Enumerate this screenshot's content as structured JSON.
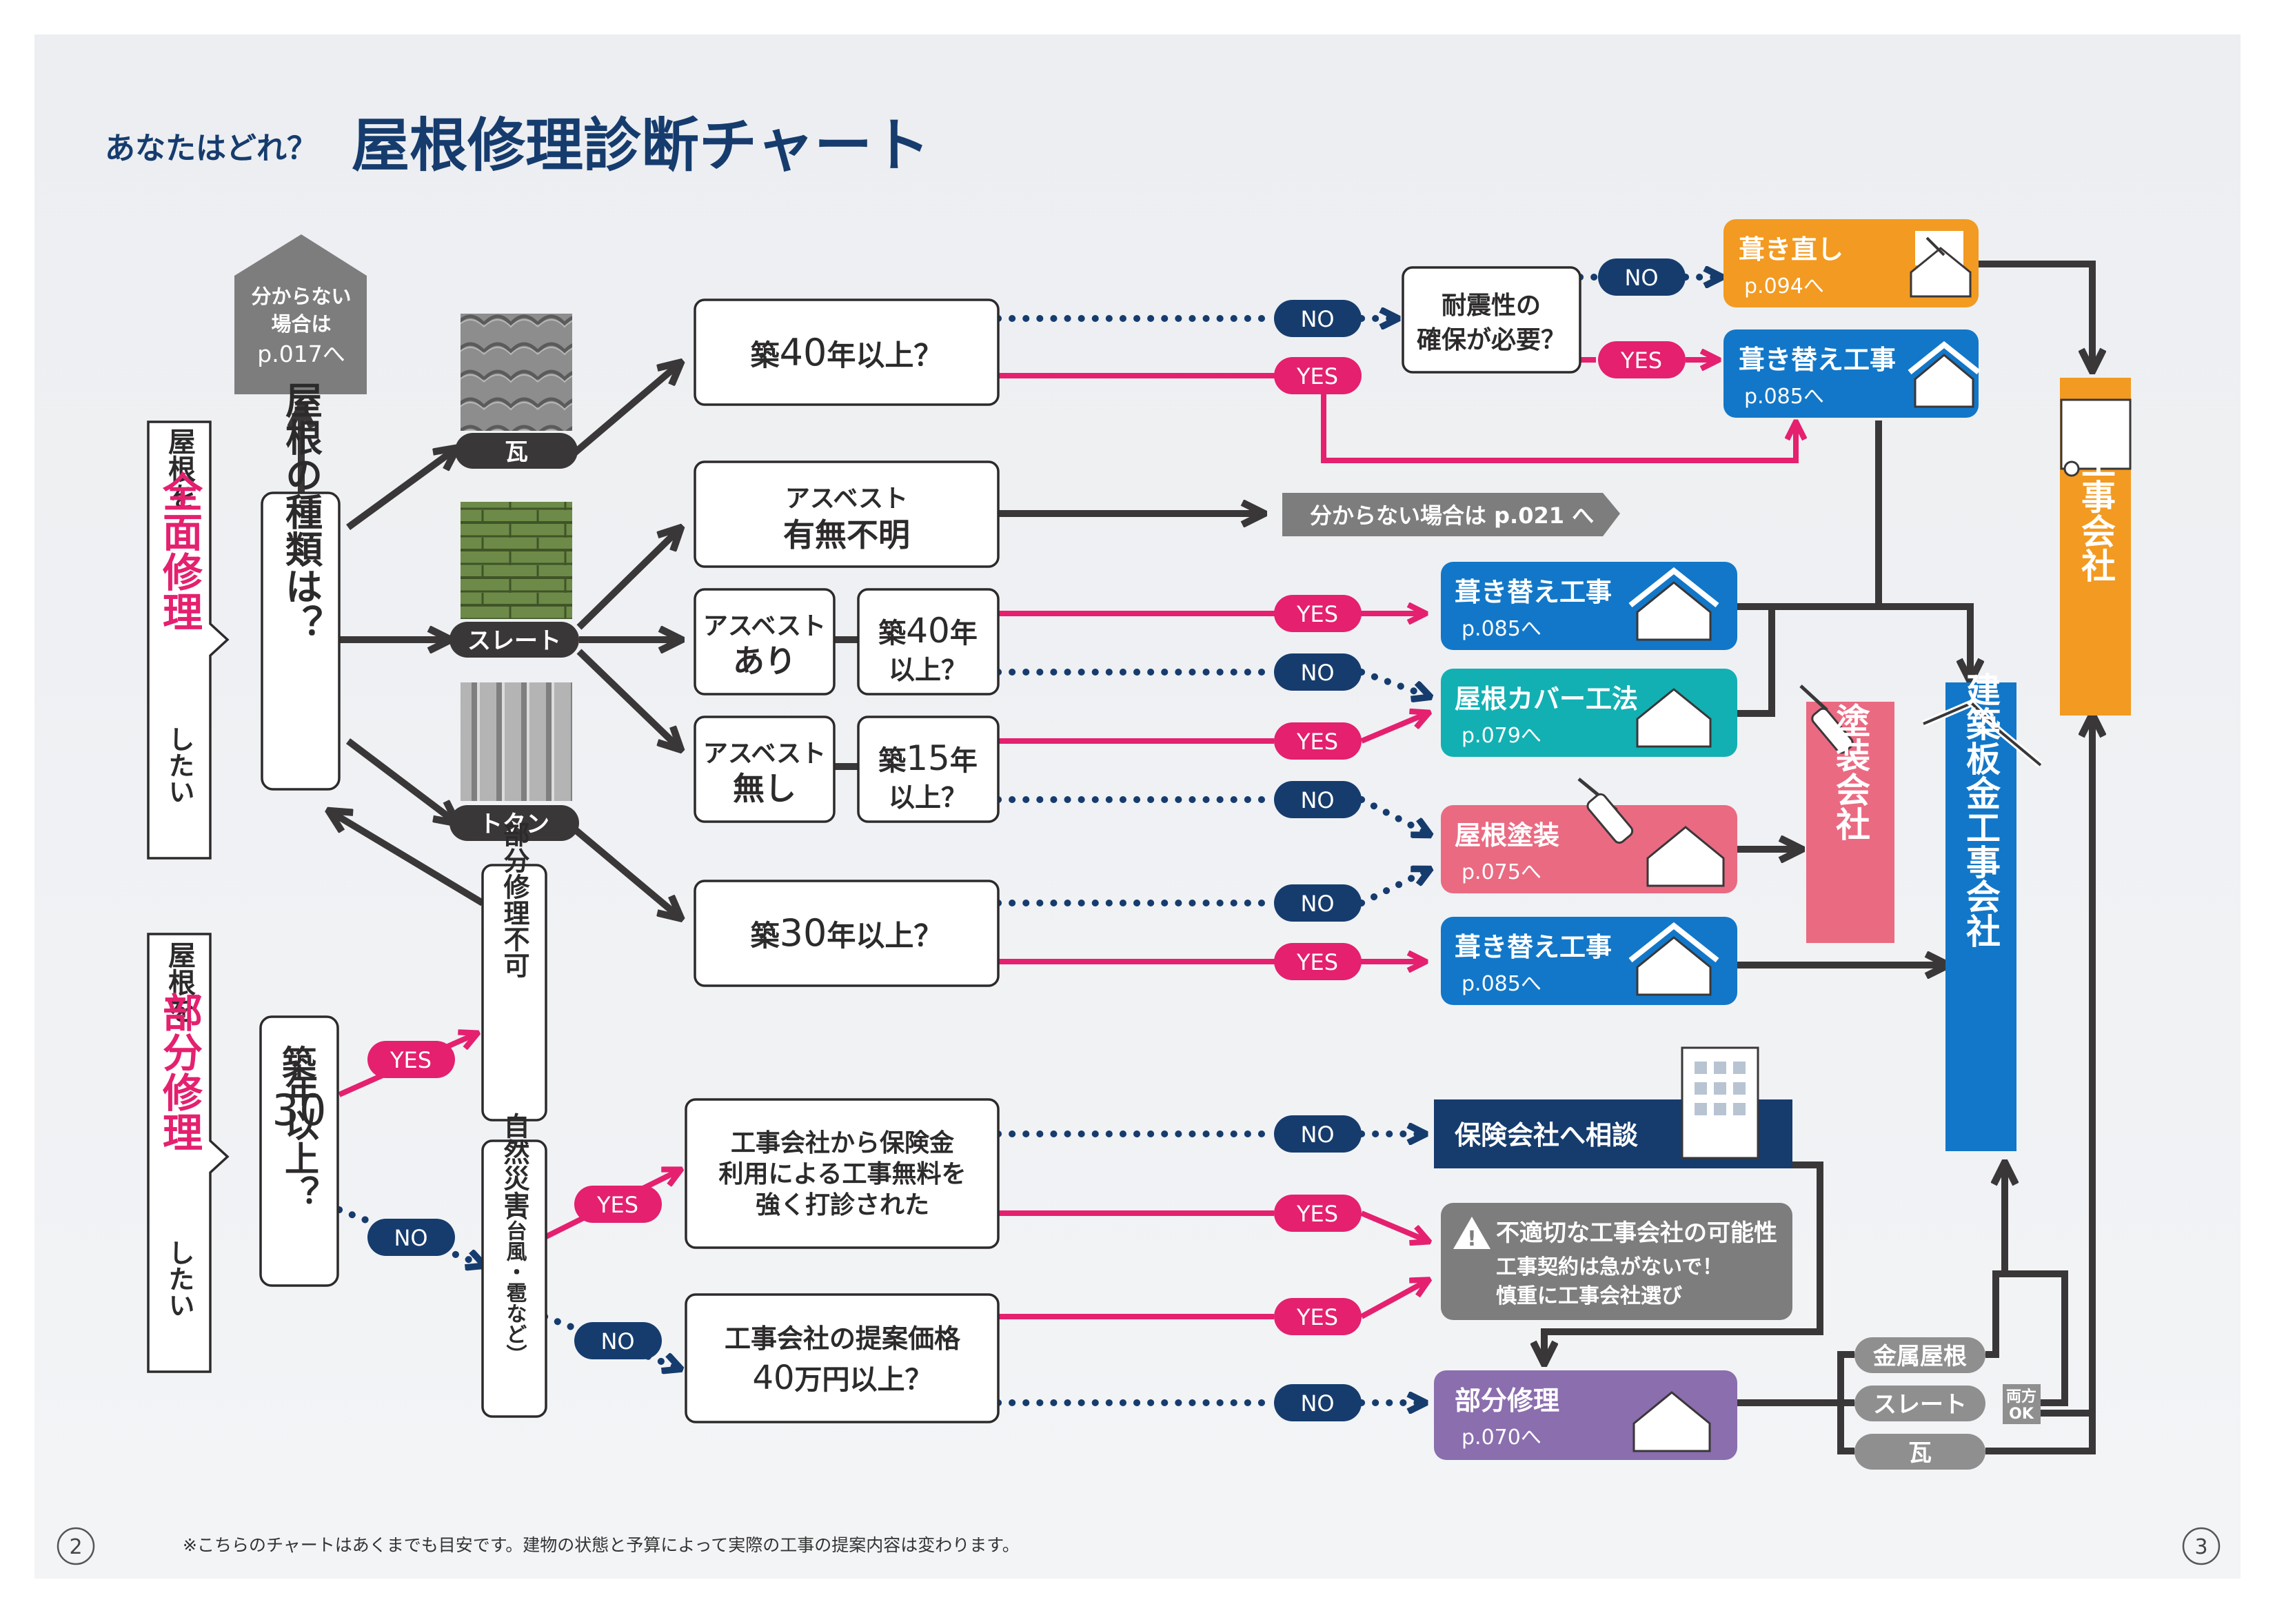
{
  "title": {
    "lead": "あなたはどれ？",
    "main": "屋根修理診断チャート"
  },
  "colors": {
    "navy": "#163c6e",
    "magenta": "#e4206f",
    "dark": "#3a3738",
    "gray": "#7d7d7d",
    "orange": "#f29a21",
    "blue": "#1277c8",
    "teal": "#12b0b3",
    "pink": "#ea6a82",
    "purple": "#8b6eae",
    "lightgray": "#9a9a9a"
  },
  "start_full": {
    "pre": "屋根を",
    "em": "全面修理",
    "post": "したい"
  },
  "start_part": {
    "pre": "屋根を",
    "em": "部分修理",
    "post": "したい"
  },
  "unknown_type": {
    "line1": "分からない",
    "line2": "場合は",
    "line3": "p.017へ"
  },
  "roof_type_q": "屋根の種類は？",
  "roof_types": {
    "kawara": "瓦",
    "slate": "スレート",
    "totan": "トタン"
  },
  "q_age40": {
    "pre": "築",
    "num": "40",
    "post": "年以上？"
  },
  "q_asbestos_unknown": {
    "line1": "アスベスト",
    "line2": "有無不明"
  },
  "unknown_asbestos_link": "分からない場合は p.021 へ",
  "q_asbestos_yes": {
    "line1": "アスベスト",
    "line2": "あり"
  },
  "q_age40b": {
    "pre": "築",
    "num": "40",
    "post": "年",
    "line2": "以上？"
  },
  "q_asbestos_no": {
    "line1": "アスベスト",
    "line2": "無し"
  },
  "q_age15": {
    "pre": "築",
    "num": "15",
    "post": "年",
    "line2": "以上？"
  },
  "q_age30": {
    "pre": "築",
    "num": "30",
    "post": "年以上？"
  },
  "q_seismic": {
    "line1": "耐震性の",
    "line2": "確保が必要？"
  },
  "labels": {
    "yes": "YES",
    "no": "NO"
  },
  "results": {
    "fukinaoshi": {
      "title": "葺き直し",
      "page": "p.094へ"
    },
    "fukikae1": {
      "title": "葺き替え工事",
      "page": "p.085へ"
    },
    "fukikae2": {
      "title": "葺き替え工事",
      "page": "p.085へ"
    },
    "cover": {
      "title": "屋根カバー工法",
      "page": "p.079へ"
    },
    "paint": {
      "title": "屋根塗装",
      "page": "p.075へ"
    },
    "fukikae3": {
      "title": "葺き替え工事",
      "page": "p.085へ"
    },
    "partial": {
      "title": "部分修理",
      "page": "p.070へ"
    }
  },
  "companies": {
    "kawara": "瓦工事会社",
    "tosou": "塗装会社",
    "bankin": "建築板金工事会社"
  },
  "q_part_age30": {
    "pre": "築",
    "num": "30",
    "post": "年以上？"
  },
  "partial_impossible": "部分修理不可",
  "q_disaster": {
    "main": "自然災害",
    "sub": "（台風・雹など）"
  },
  "q_insurance": {
    "line1": "工事会社から保険金",
    "line2": "利用による工事無料を",
    "line3": "強く打診された"
  },
  "q_price": {
    "line1": "工事会社の提案価格",
    "num": "40",
    "line2post": "万円以上？"
  },
  "insurance_consult": "保険会社へ相談",
  "warning": {
    "line1": "不適切な工事会社の可能性",
    "line2": "工事契約は急がないで！",
    "line3": "慎重に工事会社選び"
  },
  "material_tags": {
    "metal": "金属屋根",
    "slate": "スレート",
    "kawara": "瓦",
    "both": "両方",
    "ok": "OK"
  },
  "footnote": "※こちらのチャートはあくまでも目安です。建物の状態と予算によって実際の工事の提案内容は変わります。",
  "page_left": "2",
  "page_right": "3"
}
